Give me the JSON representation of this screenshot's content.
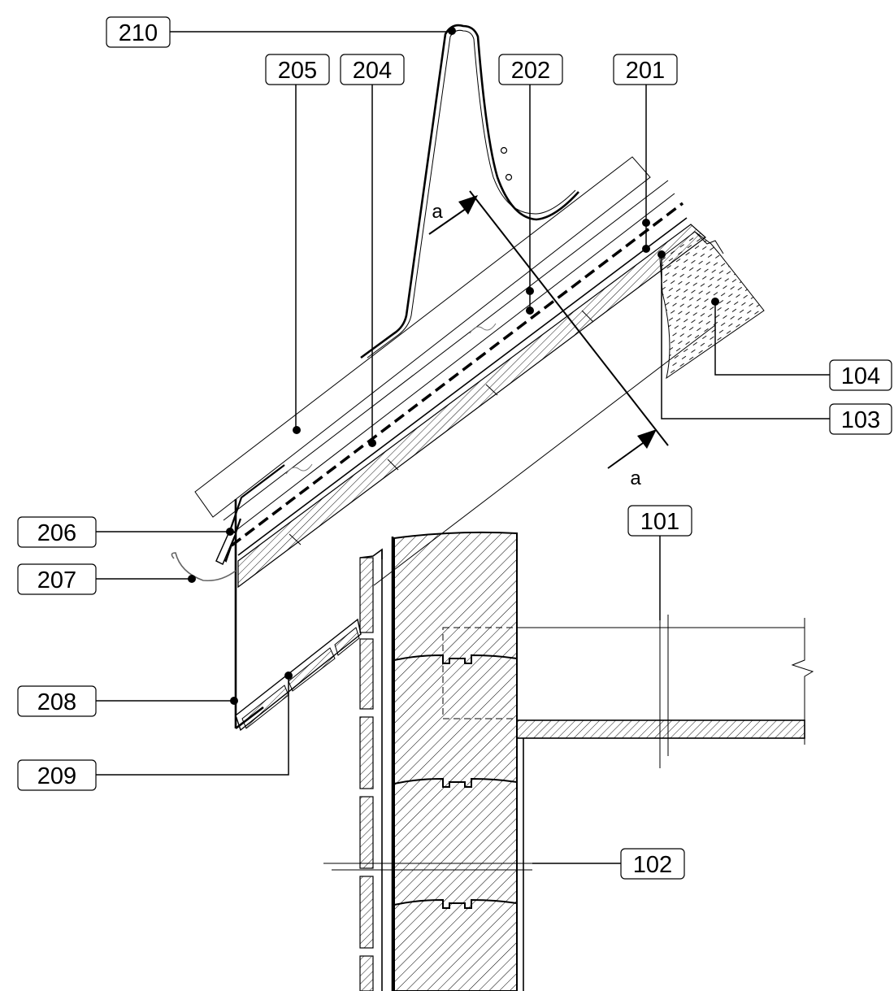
{
  "callouts": {
    "c210": "210",
    "c205": "205",
    "c204": "204",
    "c202": "202",
    "c201": "201",
    "c104": "104",
    "c103": "103",
    "c101": "101",
    "c206": "206",
    "c207": "207",
    "c208": "208",
    "c209": "209",
    "c102": "102"
  },
  "section_marks": {
    "top": "a",
    "bottom": "a"
  }
}
